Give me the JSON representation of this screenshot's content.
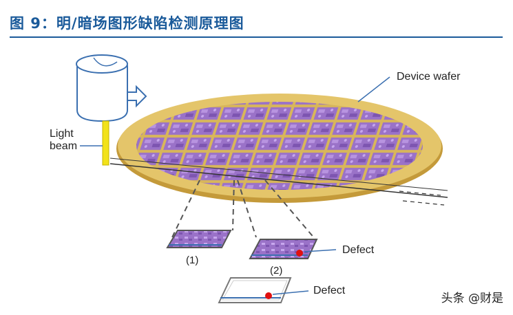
{
  "figure": {
    "title": "图 9：明/暗场图形缺陷检测原理图",
    "labels": {
      "device_wafer": "Device wafer",
      "light_line1": "Light",
      "light_line2": "beam",
      "defect_1": "Defect",
      "defect_2": "Defect",
      "panel_1": "(1)",
      "panel_2": "(2)"
    },
    "watermark": "头条 @财是"
  },
  "colors": {
    "title_blue": "#1a5a9a",
    "wafer_rim": "#d8b65a",
    "die_purple": "#9a72c8",
    "defect_red": "#e01010",
    "callout_blue": "#3a6fb0",
    "beam_yellow": "#f2e21a"
  },
  "icons": [
    "light-source-icon",
    "arrow-right-icon"
  ]
}
